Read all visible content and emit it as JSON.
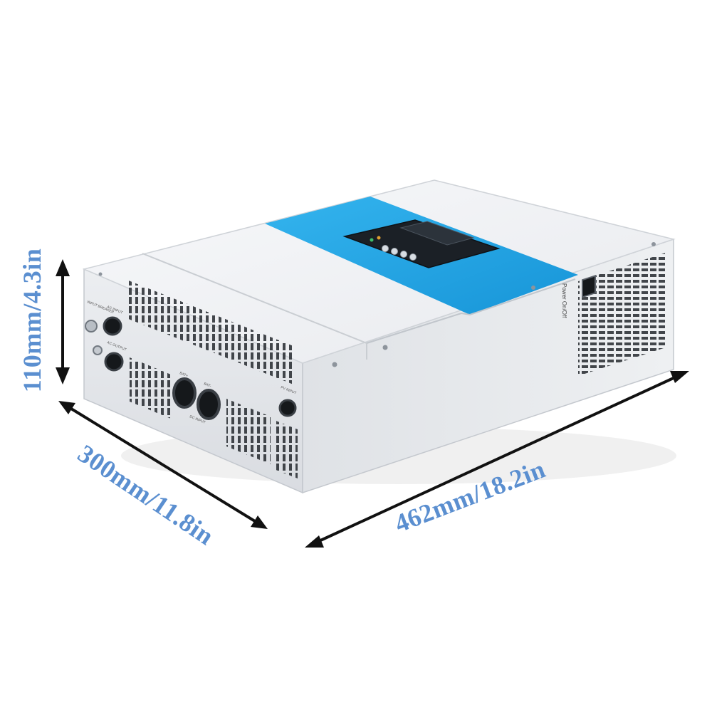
{
  "dimensions": {
    "height": "110mm/4.3in",
    "depth": "300mm/11.8in",
    "width": "462mm/18.2in"
  },
  "panel_labels": {
    "input_breaker": "INPUT BREAKER",
    "ac_input": "AC INPUT",
    "ac_output": "AC OUTPUT",
    "bat_plus": "BAT+",
    "bat_minus": "BAT-",
    "dc_input": "DC INPUT",
    "pv_input": "PV INPUT",
    "power_switch": "Power On/Off"
  },
  "colors": {
    "label": "#5b8fd0",
    "accent": "#1ea3e6",
    "arrow": "#111111",
    "body": "#e9ebee"
  }
}
